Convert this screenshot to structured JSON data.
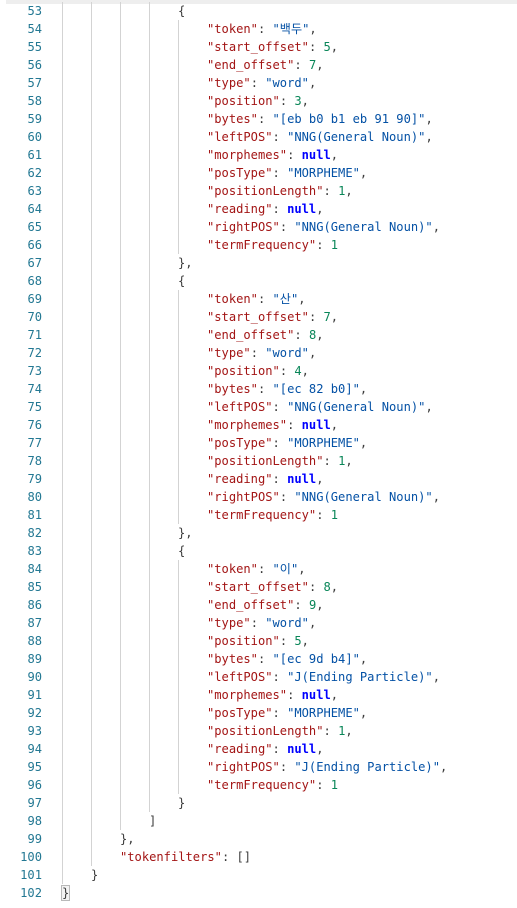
{
  "editor": {
    "language": "json",
    "colors": {
      "line_number": "#237893",
      "key": "#a31515",
      "string": "#0451a5",
      "number": "#098658",
      "keyword": "#0000ff",
      "punctuation": "#3b3b3b",
      "indent_guide": "#d3d3d3"
    },
    "lines": [
      {
        "n": "53",
        "indent": 4,
        "segs": [
          {
            "t": "{",
            "c": "p"
          }
        ]
      },
      {
        "n": "54",
        "indent": 5,
        "segs": [
          {
            "t": "\"token\"",
            "c": "k"
          },
          {
            "t": ": ",
            "c": "p"
          },
          {
            "t": "\"백두\"",
            "c": "s"
          },
          {
            "t": ",",
            "c": "p"
          }
        ]
      },
      {
        "n": "55",
        "indent": 5,
        "segs": [
          {
            "t": "\"start_offset\"",
            "c": "k"
          },
          {
            "t": ": ",
            "c": "p"
          },
          {
            "t": "5",
            "c": "n"
          },
          {
            "t": ",",
            "c": "p"
          }
        ]
      },
      {
        "n": "56",
        "indent": 5,
        "segs": [
          {
            "t": "\"end_offset\"",
            "c": "k"
          },
          {
            "t": ": ",
            "c": "p"
          },
          {
            "t": "7",
            "c": "n"
          },
          {
            "t": ",",
            "c": "p"
          }
        ]
      },
      {
        "n": "57",
        "indent": 5,
        "segs": [
          {
            "t": "\"type\"",
            "c": "k"
          },
          {
            "t": ": ",
            "c": "p"
          },
          {
            "t": "\"word\"",
            "c": "s"
          },
          {
            "t": ",",
            "c": "p"
          }
        ]
      },
      {
        "n": "58",
        "indent": 5,
        "segs": [
          {
            "t": "\"position\"",
            "c": "k"
          },
          {
            "t": ": ",
            "c": "p"
          },
          {
            "t": "3",
            "c": "n"
          },
          {
            "t": ",",
            "c": "p"
          }
        ]
      },
      {
        "n": "59",
        "indent": 5,
        "segs": [
          {
            "t": "\"bytes\"",
            "c": "k"
          },
          {
            "t": ": ",
            "c": "p"
          },
          {
            "t": "\"[eb b0 b1 eb 91 90]\"",
            "c": "s"
          },
          {
            "t": ",",
            "c": "p"
          }
        ]
      },
      {
        "n": "60",
        "indent": 5,
        "segs": [
          {
            "t": "\"leftPOS\"",
            "c": "k"
          },
          {
            "t": ": ",
            "c": "p"
          },
          {
            "t": "\"NNG(General Noun)\"",
            "c": "s"
          },
          {
            "t": ",",
            "c": "p"
          }
        ]
      },
      {
        "n": "61",
        "indent": 5,
        "segs": [
          {
            "t": "\"morphemes\"",
            "c": "k"
          },
          {
            "t": ": ",
            "c": "p"
          },
          {
            "t": "null",
            "c": "kw"
          },
          {
            "t": ",",
            "c": "p"
          }
        ]
      },
      {
        "n": "62",
        "indent": 5,
        "segs": [
          {
            "t": "\"posType\"",
            "c": "k"
          },
          {
            "t": ": ",
            "c": "p"
          },
          {
            "t": "\"MORPHEME\"",
            "c": "s"
          },
          {
            "t": ",",
            "c": "p"
          }
        ]
      },
      {
        "n": "63",
        "indent": 5,
        "segs": [
          {
            "t": "\"positionLength\"",
            "c": "k"
          },
          {
            "t": ": ",
            "c": "p"
          },
          {
            "t": "1",
            "c": "n"
          },
          {
            "t": ",",
            "c": "p"
          }
        ]
      },
      {
        "n": "64",
        "indent": 5,
        "segs": [
          {
            "t": "\"reading\"",
            "c": "k"
          },
          {
            "t": ": ",
            "c": "p"
          },
          {
            "t": "null",
            "c": "kw"
          },
          {
            "t": ",",
            "c": "p"
          }
        ]
      },
      {
        "n": "65",
        "indent": 5,
        "segs": [
          {
            "t": "\"rightPOS\"",
            "c": "k"
          },
          {
            "t": ": ",
            "c": "p"
          },
          {
            "t": "\"NNG(General Noun)\"",
            "c": "s"
          },
          {
            "t": ",",
            "c": "p"
          }
        ]
      },
      {
        "n": "66",
        "indent": 5,
        "segs": [
          {
            "t": "\"termFrequency\"",
            "c": "k"
          },
          {
            "t": ": ",
            "c": "p"
          },
          {
            "t": "1",
            "c": "n"
          }
        ]
      },
      {
        "n": "67",
        "indent": 4,
        "segs": [
          {
            "t": "},",
            "c": "p"
          }
        ]
      },
      {
        "n": "68",
        "indent": 4,
        "segs": [
          {
            "t": "{",
            "c": "p"
          }
        ]
      },
      {
        "n": "69",
        "indent": 5,
        "segs": [
          {
            "t": "\"token\"",
            "c": "k"
          },
          {
            "t": ": ",
            "c": "p"
          },
          {
            "t": "\"산\"",
            "c": "s"
          },
          {
            "t": ",",
            "c": "p"
          }
        ]
      },
      {
        "n": "70",
        "indent": 5,
        "segs": [
          {
            "t": "\"start_offset\"",
            "c": "k"
          },
          {
            "t": ": ",
            "c": "p"
          },
          {
            "t": "7",
            "c": "n"
          },
          {
            "t": ",",
            "c": "p"
          }
        ]
      },
      {
        "n": "71",
        "indent": 5,
        "segs": [
          {
            "t": "\"end_offset\"",
            "c": "k"
          },
          {
            "t": ": ",
            "c": "p"
          },
          {
            "t": "8",
            "c": "n"
          },
          {
            "t": ",",
            "c": "p"
          }
        ]
      },
      {
        "n": "72",
        "indent": 5,
        "segs": [
          {
            "t": "\"type\"",
            "c": "k"
          },
          {
            "t": ": ",
            "c": "p"
          },
          {
            "t": "\"word\"",
            "c": "s"
          },
          {
            "t": ",",
            "c": "p"
          }
        ]
      },
      {
        "n": "73",
        "indent": 5,
        "segs": [
          {
            "t": "\"position\"",
            "c": "k"
          },
          {
            "t": ": ",
            "c": "p"
          },
          {
            "t": "4",
            "c": "n"
          },
          {
            "t": ",",
            "c": "p"
          }
        ]
      },
      {
        "n": "74",
        "indent": 5,
        "segs": [
          {
            "t": "\"bytes\"",
            "c": "k"
          },
          {
            "t": ": ",
            "c": "p"
          },
          {
            "t": "\"[ec 82 b0]\"",
            "c": "s"
          },
          {
            "t": ",",
            "c": "p"
          }
        ]
      },
      {
        "n": "75",
        "indent": 5,
        "segs": [
          {
            "t": "\"leftPOS\"",
            "c": "k"
          },
          {
            "t": ": ",
            "c": "p"
          },
          {
            "t": "\"NNG(General Noun)\"",
            "c": "s"
          },
          {
            "t": ",",
            "c": "p"
          }
        ]
      },
      {
        "n": "76",
        "indent": 5,
        "segs": [
          {
            "t": "\"morphemes\"",
            "c": "k"
          },
          {
            "t": ": ",
            "c": "p"
          },
          {
            "t": "null",
            "c": "kw"
          },
          {
            "t": ",",
            "c": "p"
          }
        ]
      },
      {
        "n": "77",
        "indent": 5,
        "segs": [
          {
            "t": "\"posType\"",
            "c": "k"
          },
          {
            "t": ": ",
            "c": "p"
          },
          {
            "t": "\"MORPHEME\"",
            "c": "s"
          },
          {
            "t": ",",
            "c": "p"
          }
        ]
      },
      {
        "n": "78",
        "indent": 5,
        "segs": [
          {
            "t": "\"positionLength\"",
            "c": "k"
          },
          {
            "t": ": ",
            "c": "p"
          },
          {
            "t": "1",
            "c": "n"
          },
          {
            "t": ",",
            "c": "p"
          }
        ]
      },
      {
        "n": "79",
        "indent": 5,
        "segs": [
          {
            "t": "\"reading\"",
            "c": "k"
          },
          {
            "t": ": ",
            "c": "p"
          },
          {
            "t": "null",
            "c": "kw"
          },
          {
            "t": ",",
            "c": "p"
          }
        ]
      },
      {
        "n": "80",
        "indent": 5,
        "segs": [
          {
            "t": "\"rightPOS\"",
            "c": "k"
          },
          {
            "t": ": ",
            "c": "p"
          },
          {
            "t": "\"NNG(General Noun)\"",
            "c": "s"
          },
          {
            "t": ",",
            "c": "p"
          }
        ]
      },
      {
        "n": "81",
        "indent": 5,
        "segs": [
          {
            "t": "\"termFrequency\"",
            "c": "k"
          },
          {
            "t": ": ",
            "c": "p"
          },
          {
            "t": "1",
            "c": "n"
          }
        ]
      },
      {
        "n": "82",
        "indent": 4,
        "segs": [
          {
            "t": "},",
            "c": "p"
          }
        ]
      },
      {
        "n": "83",
        "indent": 4,
        "segs": [
          {
            "t": "{",
            "c": "p"
          }
        ]
      },
      {
        "n": "84",
        "indent": 5,
        "segs": [
          {
            "t": "\"token\"",
            "c": "k"
          },
          {
            "t": ": ",
            "c": "p"
          },
          {
            "t": "\"이\"",
            "c": "s"
          },
          {
            "t": ",",
            "c": "p"
          }
        ]
      },
      {
        "n": "85",
        "indent": 5,
        "segs": [
          {
            "t": "\"start_offset\"",
            "c": "k"
          },
          {
            "t": ": ",
            "c": "p"
          },
          {
            "t": "8",
            "c": "n"
          },
          {
            "t": ",",
            "c": "p"
          }
        ]
      },
      {
        "n": "86",
        "indent": 5,
        "segs": [
          {
            "t": "\"end_offset\"",
            "c": "k"
          },
          {
            "t": ": ",
            "c": "p"
          },
          {
            "t": "9",
            "c": "n"
          },
          {
            "t": ",",
            "c": "p"
          }
        ]
      },
      {
        "n": "87",
        "indent": 5,
        "segs": [
          {
            "t": "\"type\"",
            "c": "k"
          },
          {
            "t": ": ",
            "c": "p"
          },
          {
            "t": "\"word\"",
            "c": "s"
          },
          {
            "t": ",",
            "c": "p"
          }
        ]
      },
      {
        "n": "88",
        "indent": 5,
        "segs": [
          {
            "t": "\"position\"",
            "c": "k"
          },
          {
            "t": ": ",
            "c": "p"
          },
          {
            "t": "5",
            "c": "n"
          },
          {
            "t": ",",
            "c": "p"
          }
        ]
      },
      {
        "n": "89",
        "indent": 5,
        "segs": [
          {
            "t": "\"bytes\"",
            "c": "k"
          },
          {
            "t": ": ",
            "c": "p"
          },
          {
            "t": "\"[ec 9d b4]\"",
            "c": "s"
          },
          {
            "t": ",",
            "c": "p"
          }
        ]
      },
      {
        "n": "90",
        "indent": 5,
        "segs": [
          {
            "t": "\"leftPOS\"",
            "c": "k"
          },
          {
            "t": ": ",
            "c": "p"
          },
          {
            "t": "\"J(Ending Particle)\"",
            "c": "s"
          },
          {
            "t": ",",
            "c": "p"
          }
        ]
      },
      {
        "n": "91",
        "indent": 5,
        "segs": [
          {
            "t": "\"morphemes\"",
            "c": "k"
          },
          {
            "t": ": ",
            "c": "p"
          },
          {
            "t": "null",
            "c": "kw"
          },
          {
            "t": ",",
            "c": "p"
          }
        ]
      },
      {
        "n": "92",
        "indent": 5,
        "segs": [
          {
            "t": "\"posType\"",
            "c": "k"
          },
          {
            "t": ": ",
            "c": "p"
          },
          {
            "t": "\"MORPHEME\"",
            "c": "s"
          },
          {
            "t": ",",
            "c": "p"
          }
        ]
      },
      {
        "n": "93",
        "indent": 5,
        "segs": [
          {
            "t": "\"positionLength\"",
            "c": "k"
          },
          {
            "t": ": ",
            "c": "p"
          },
          {
            "t": "1",
            "c": "n"
          },
          {
            "t": ",",
            "c": "p"
          }
        ]
      },
      {
        "n": "94",
        "indent": 5,
        "segs": [
          {
            "t": "\"reading\"",
            "c": "k"
          },
          {
            "t": ": ",
            "c": "p"
          },
          {
            "t": "null",
            "c": "kw"
          },
          {
            "t": ",",
            "c": "p"
          }
        ]
      },
      {
        "n": "95",
        "indent": 5,
        "segs": [
          {
            "t": "\"rightPOS\"",
            "c": "k"
          },
          {
            "t": ": ",
            "c": "p"
          },
          {
            "t": "\"J(Ending Particle)\"",
            "c": "s"
          },
          {
            "t": ",",
            "c": "p"
          }
        ]
      },
      {
        "n": "96",
        "indent": 5,
        "segs": [
          {
            "t": "\"termFrequency\"",
            "c": "k"
          },
          {
            "t": ": ",
            "c": "p"
          },
          {
            "t": "1",
            "c": "n"
          }
        ]
      },
      {
        "n": "97",
        "indent": 4,
        "segs": [
          {
            "t": "}",
            "c": "p"
          }
        ]
      },
      {
        "n": "98",
        "indent": 3,
        "segs": [
          {
            "t": "]",
            "c": "p"
          }
        ]
      },
      {
        "n": "99",
        "indent": 2,
        "segs": [
          {
            "t": "},",
            "c": "p"
          }
        ]
      },
      {
        "n": "100",
        "indent": 2,
        "segs": [
          {
            "t": "\"tokenfilters\"",
            "c": "k"
          },
          {
            "t": ": ",
            "c": "p"
          },
          {
            "t": "[]",
            "c": "p"
          }
        ]
      },
      {
        "n": "101",
        "indent": 1,
        "segs": [
          {
            "t": "}",
            "c": "p"
          }
        ]
      },
      {
        "n": "102",
        "indent": 0,
        "cursor": true,
        "segs": [
          {
            "t": "}",
            "c": "p"
          }
        ]
      }
    ]
  }
}
